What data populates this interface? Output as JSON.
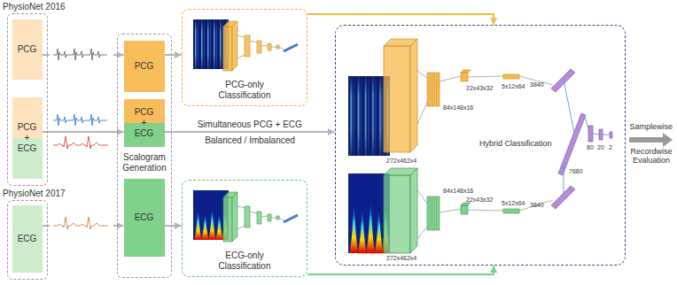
{
  "diagram": {
    "nodes": [
      {
        "text": [
          "PhysioNet 2016"
        ]
      },
      {
        "text": [
          "PCG"
        ],
        "in": 0
      },
      {
        "text": [
          "PCG + ECG"
        ],
        "in": 0
      },
      {
        "text": [
          "PhysioNet 2017"
        ]
      },
      {
        "text": [
          "ECG"
        ],
        "in": 3
      },
      {
        "text": [
          "Scalogram Generation"
        ]
      },
      {
        "text": [
          "PCG"
        ],
        "in": 5
      },
      {
        "text": [
          "PCG + ECG"
        ],
        "in": 5
      },
      {
        "text": [
          "ECG"
        ],
        "in": 5
      },
      {
        "text": [
          "PCG-only Classification"
        ]
      },
      {
        "text": [
          "ECG-only Classification"
        ]
      },
      {
        "text": [
          "Hybrid Classification"
        ]
      }
    ],
    "edges": [
      {
        "from": 1,
        "to": 6,
        "arrow": "to"
      },
      {
        "from": 2,
        "to": 7,
        "arrow": "to"
      },
      {
        "from": 4,
        "to": 8,
        "arrow": "to"
      },
      {
        "from": 6,
        "to": 9,
        "arrow": "to"
      },
      {
        "from": 7,
        "to": 11,
        "label": "Simultaneous PCG + ECG",
        "arrow": "to"
      },
      {
        "from": 8,
        "to": 10,
        "arrow": "to"
      },
      {
        "from": 9,
        "to": 11,
        "arrow": "to"
      },
      {
        "from": 10,
        "to": 11,
        "arrow": "to"
      }
    ],
    "labels": [
      "Balanced / Imbalanced",
      "272x462x4",
      "84x148x16",
      "22x43x32",
      "5x12x64",
      "3840",
      "272x462x4",
      "84x148x16",
      "22x43x32",
      "5x12x64",
      "3840",
      "7680",
      "80",
      "20",
      "2",
      "Samplewise",
      "Recordwise Evaluation"
    ]
  }
}
